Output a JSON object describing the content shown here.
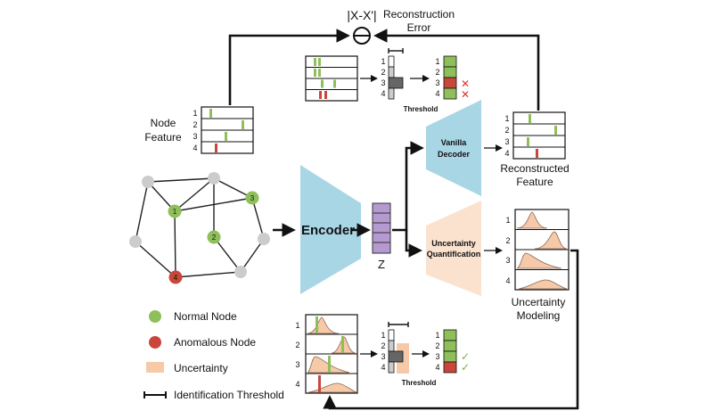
{
  "top": {
    "error_formula": "|X-X'|",
    "error_label_line1": "Reconstruction",
    "error_label_line2": "Error"
  },
  "node_feature": {
    "label_line1": "Node",
    "label_line2": "Feature",
    "rows": [
      "1",
      "2",
      "3",
      "4"
    ]
  },
  "threshold_top": {
    "rows": [
      "1",
      "2",
      "3",
      "4"
    ],
    "label": "Threshold",
    "result_rows": [
      "1",
      "2",
      "3",
      "4"
    ],
    "marks": [
      "✕",
      "✕"
    ]
  },
  "vanilla_decoder": {
    "line1": "Vanilla",
    "line2": "Decoder"
  },
  "reconstructed": {
    "line1": "Reconstructed",
    "line2": "Feature",
    "rows": [
      "1",
      "2",
      "3",
      "4"
    ]
  },
  "graph": {
    "node_labels": [
      "1",
      "2",
      "3",
      "4"
    ]
  },
  "encoder": {
    "label": "Encoder"
  },
  "latent": {
    "label": "Z"
  },
  "uncertainty_quant": {
    "line1": "Uncertainty",
    "line2": "Quantification"
  },
  "uncertainty_modeling": {
    "line1": "Uncertainty",
    "line2": "Modeling",
    "rows": [
      "1",
      "2",
      "3",
      "4"
    ]
  },
  "legend": {
    "normal": "Normal Node",
    "anomalous": "Anomalous Node",
    "uncertainty": "Uncertainty",
    "threshold": "Identification Threshold"
  },
  "threshold_bottom": {
    "dist_rows": [
      "1",
      "2",
      "3",
      "4"
    ],
    "rows": [
      "1",
      "2",
      "3",
      "4"
    ],
    "label": "Threshold",
    "result_rows": [
      "1",
      "2",
      "3",
      "4"
    ],
    "marks": [
      "✓",
      "✓"
    ]
  },
  "colors": {
    "normal": "#8fbf5a",
    "anomalous": "#c9473a",
    "uncertainty": "#f6c9a8",
    "encoder": "#a9d6e5",
    "decoder": "#a9d6e5",
    "uq": "#fbe2cf",
    "latent": "#b49ad0",
    "gray": "#cccccc",
    "dark": "#666666",
    "cross": "#d9352e",
    "check": "#7bb04a"
  }
}
